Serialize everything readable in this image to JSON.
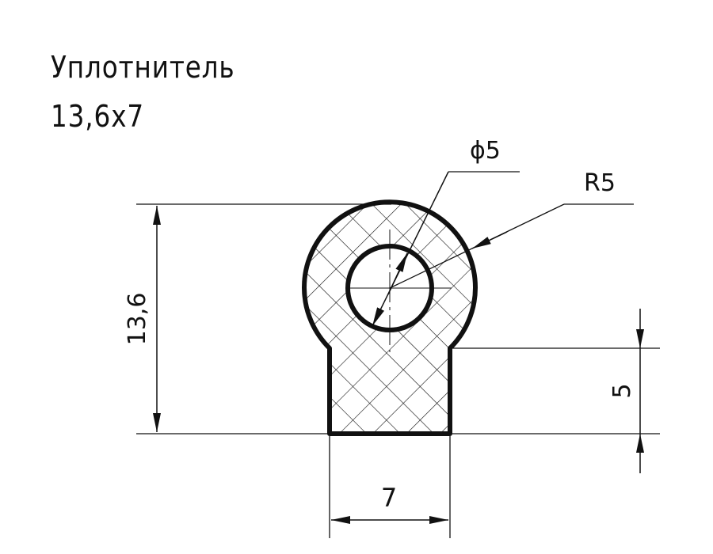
{
  "drawing": {
    "title_line1": "Уплотнитель",
    "title_line2": "13,6x7",
    "dimensions": {
      "height": "13,6",
      "width": "7",
      "stem_height": "5",
      "inner_diameter": "ϕ5",
      "outer_radius": "R5"
    }
  }
}
